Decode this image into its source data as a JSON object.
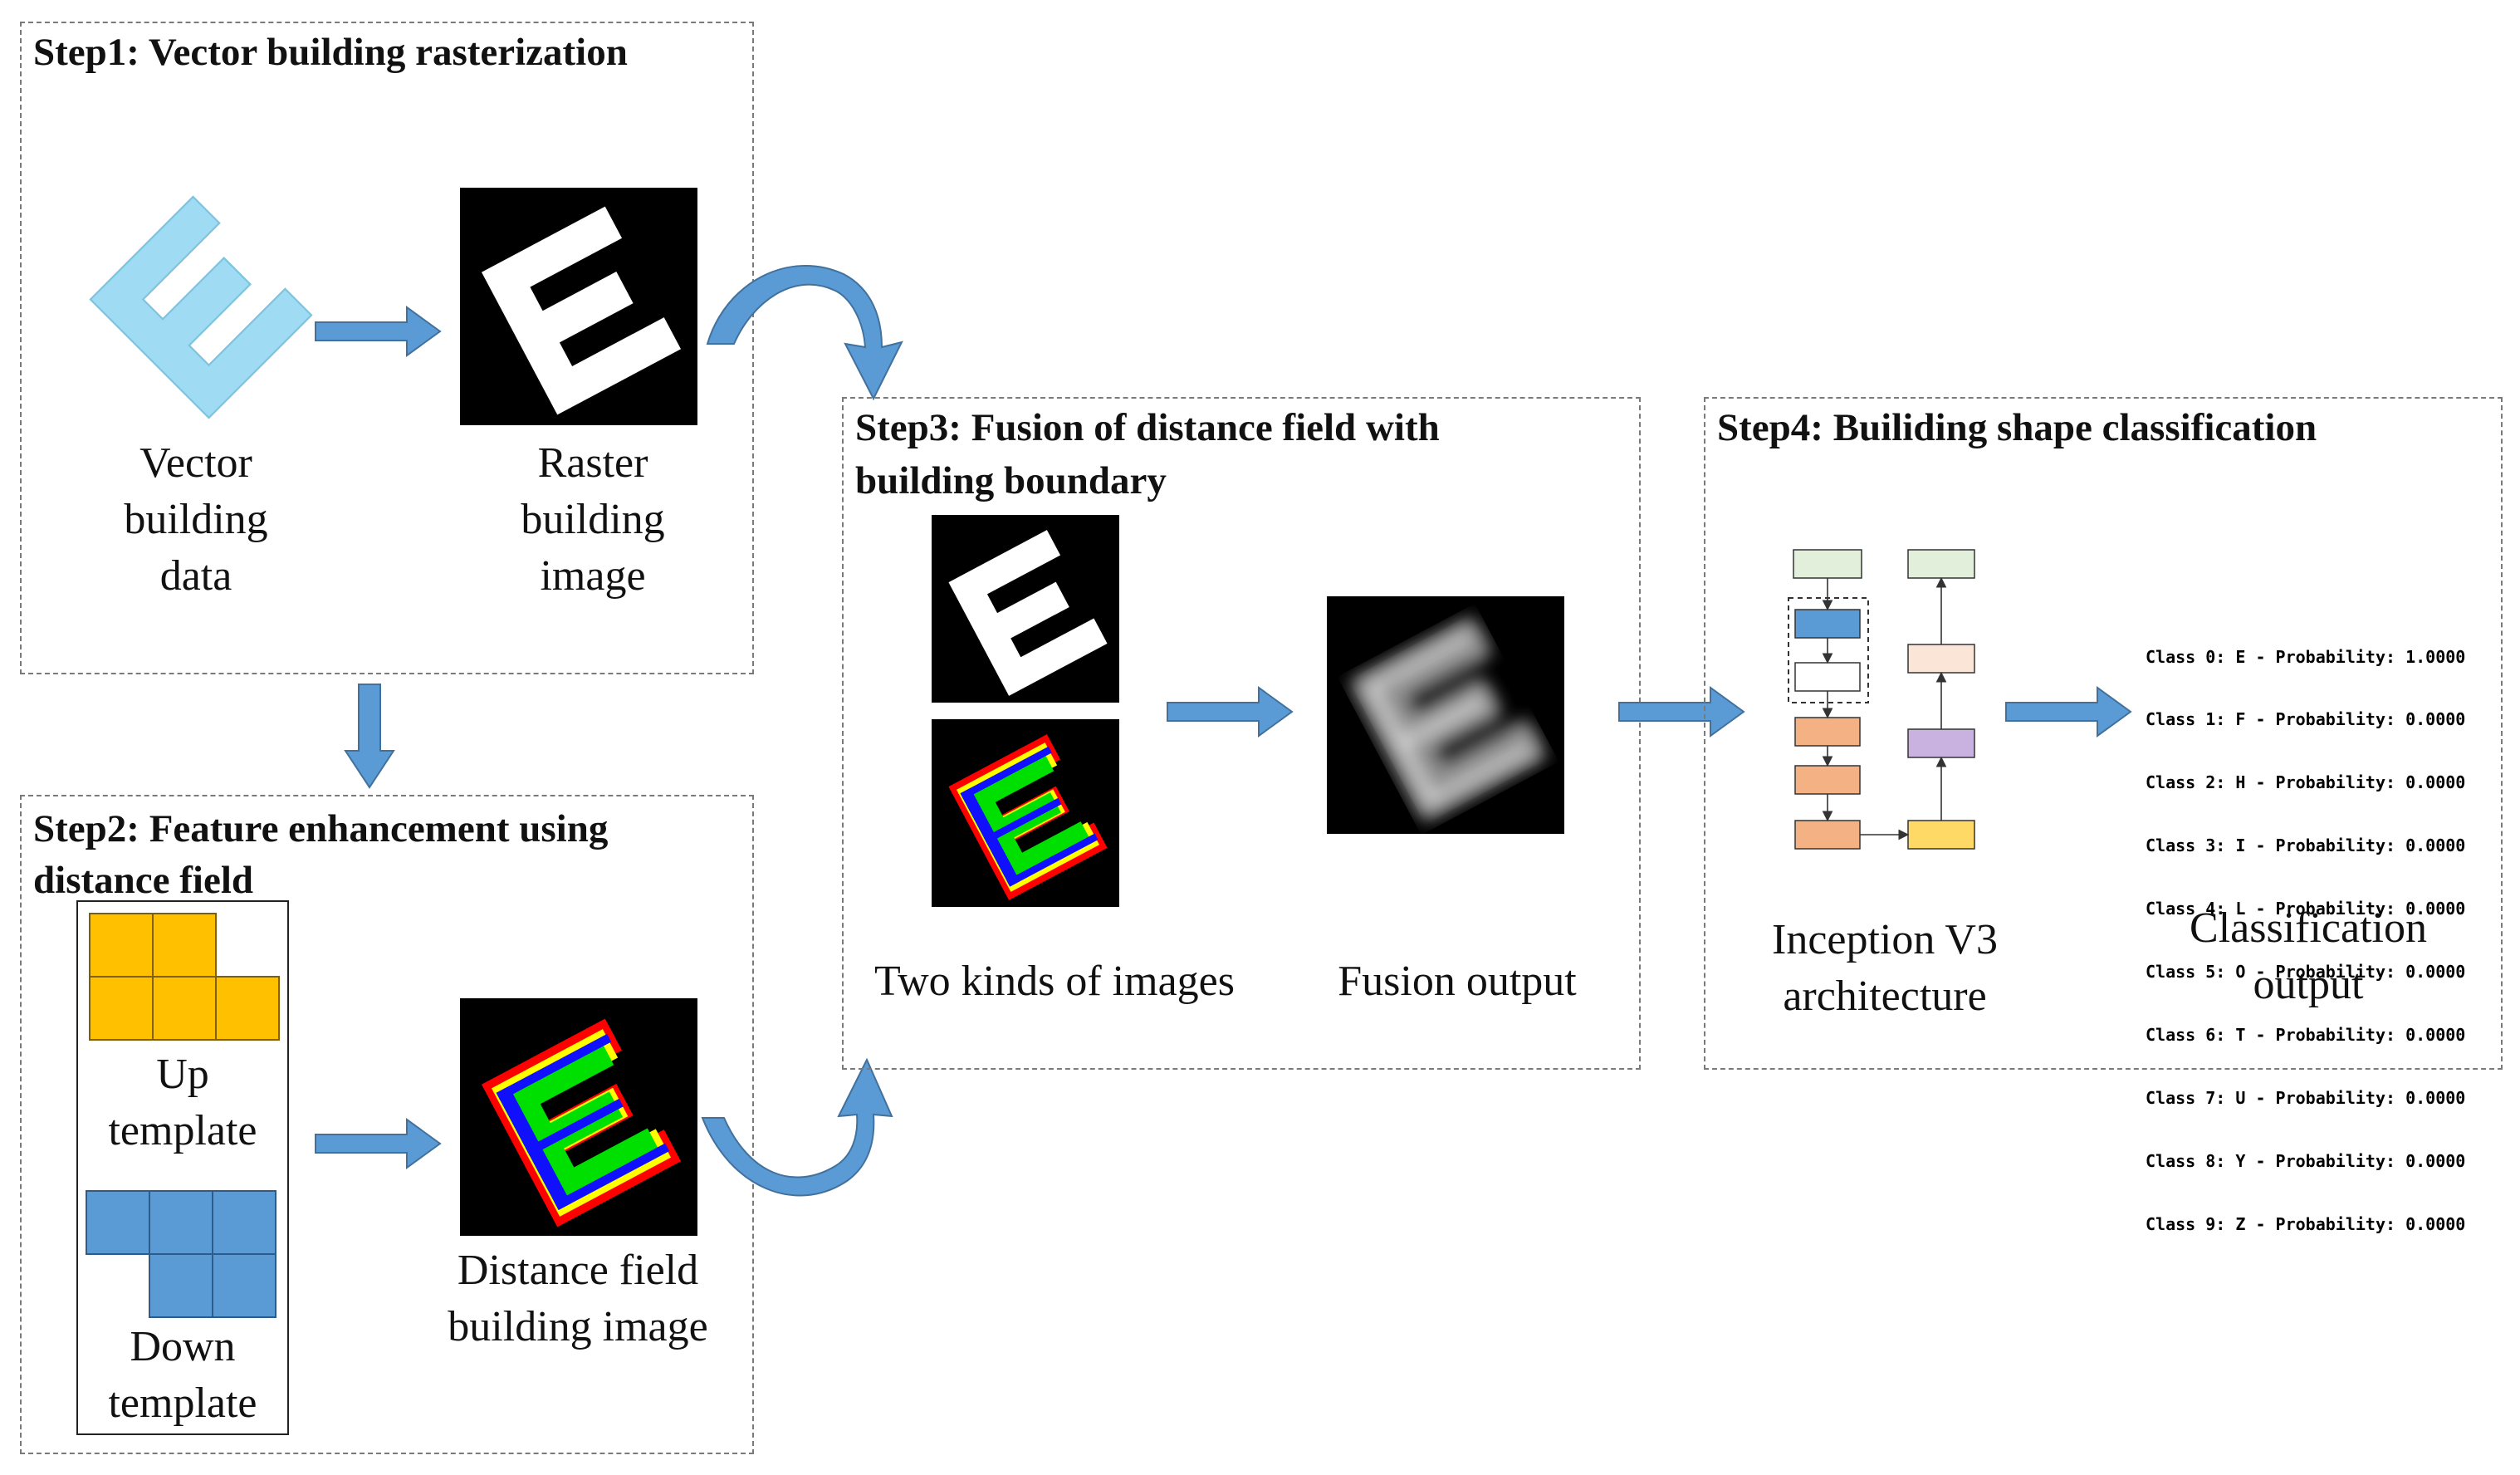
{
  "steps": {
    "step1": {
      "title": "Step1: Vector building rasterization",
      "vector_caption": "Vector\nbuilding\ndata",
      "raster_caption": "Raster\nbuilding\nimage"
    },
    "step2": {
      "title_line1": "Step2: Feature enhancement using",
      "title_line2": "distance field",
      "up_caption": "Up\ntemplate",
      "down_caption": "Down\ntemplate",
      "distance_caption": "Distance field\nbuilding image"
    },
    "step3": {
      "title_line1": "Step3: Fusion of distance field with",
      "title_line2": "building boundary",
      "inputs_caption": "Two kinds of images",
      "fusion_caption": "Fusion output"
    },
    "step4": {
      "title": "Step4: Builiding shape classification",
      "network_caption": "Inception V3\narchitecture",
      "output_caption": "Classification\noutput",
      "classes": [
        "Class 0: E - Probability: 1.0000",
        "Class 1: F - Probability: 0.0000",
        "Class 2: H - Probability: 0.0000",
        "Class 3: I - Probability: 0.0000",
        "Class 4: L - Probability: 0.0000",
        "Class 5: O - Probability: 0.0000",
        "Class 6: T - Probability: 0.0000",
        "Class 7: U - Probability: 0.0000",
        "Class 8: Y - Probability: 0.0000",
        "Class 9: Z - Probability: 0.0000"
      ]
    }
  },
  "colors": {
    "arrow": "#5b9bd5",
    "arrow_stroke": "#41719c",
    "vector_building": "#9fdcf3",
    "up_template": "#ffc000",
    "down_template": "#5b9bd5",
    "inception_input": "#e2efda",
    "inception_blue": "#5b9bd5",
    "inception_orange": "#f4b183",
    "inception_peach": "#fbe5d6",
    "inception_purple": "#c9b1e0",
    "inception_yellow": "#ffd966"
  }
}
